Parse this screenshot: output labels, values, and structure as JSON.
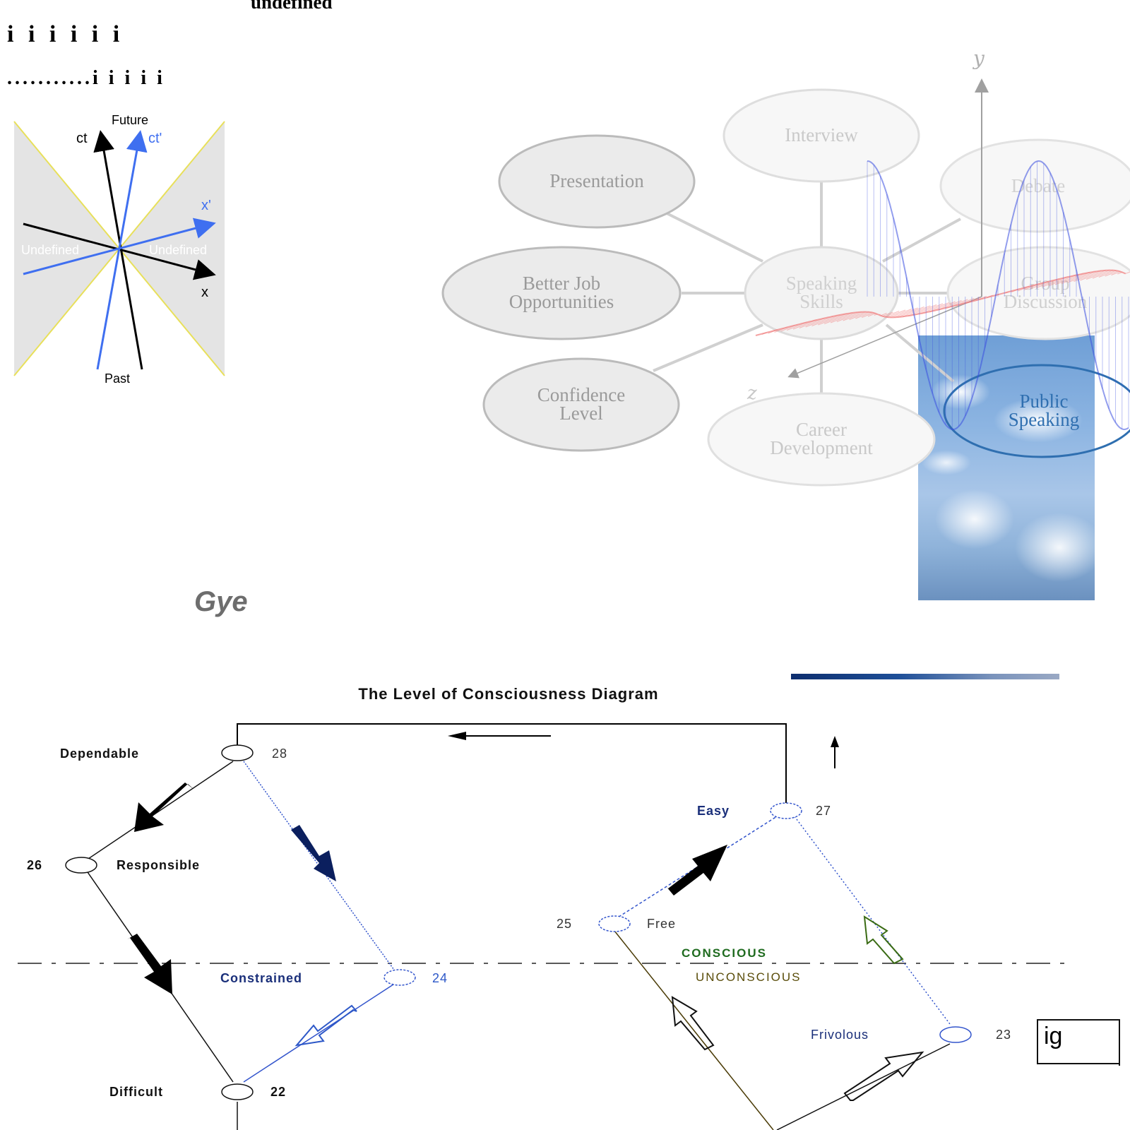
{
  "header": {
    "title": "undefined",
    "line1": "i i i i i i",
    "line2": "...........i i i i i"
  },
  "spacetime": {
    "future": "Future",
    "past": "Past",
    "ct": "ct",
    "ct_prime": "ct'",
    "x": "x",
    "x_prime": "x'",
    "undefined_left": "Undefined",
    "undefined_right": "Undefined",
    "colors": {
      "region": "#e4e4e4",
      "cone": "#e8e05a",
      "primed_axes": "#3f6ff0",
      "axes": "#000000"
    }
  },
  "mindmap": {
    "center": "Speaking\nSkills",
    "nodes": [
      "Interview",
      "Presentation",
      "Debate",
      "Better Job\nOpportunities",
      "Group\nDiscussion",
      "Confidence\nLevel",
      "Career\nDevelopment",
      "Public\nSpeaking"
    ]
  },
  "wave_plot": {
    "y_axis": "y",
    "z_axis": "z",
    "colors": {
      "blue_wave": "#3b4fe0",
      "red_wave": "#f07a7a"
    }
  },
  "gye": "Gye",
  "consciousness": {
    "title": "The Level of Consciousness Diagram",
    "divider_upper": "CONSCIOUS",
    "divider_lower": "UNCONSCIOUS",
    "nodes": {
      "dependable": {
        "label": "Dependable",
        "value": "28"
      },
      "responsible": {
        "label": "Responsible",
        "value": "26"
      },
      "constrained": {
        "label": "Constrained",
        "value": "24"
      },
      "difficult": {
        "label": "Difficult",
        "value": "22"
      },
      "easy": {
        "label": "Easy",
        "value": "27"
      },
      "free": {
        "label": "Free",
        "value": "25"
      },
      "frivolous": {
        "label": "Frivolous",
        "value": "23"
      }
    }
  },
  "cut_box_text": "ig"
}
